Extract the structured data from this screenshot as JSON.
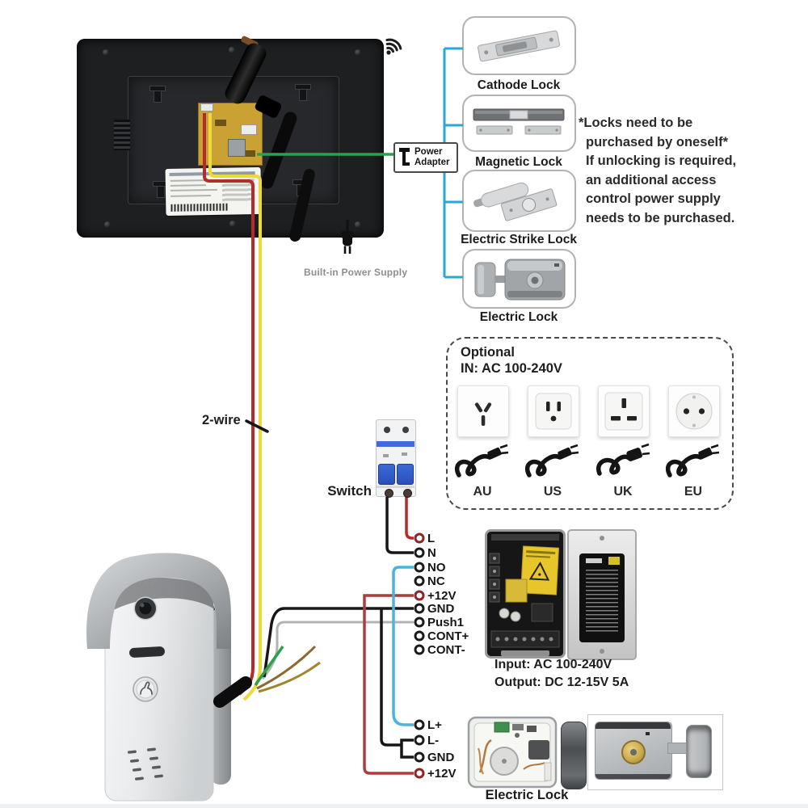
{
  "monitor": {
    "name": "Indoor video monitor (rear view)",
    "built_in_power_supply": "Built-in Power Supply"
  },
  "power_adapter": {
    "line1": "Power",
    "line2": "Adapter"
  },
  "locks": [
    {
      "label": "Cathode Lock"
    },
    {
      "label": "Magnetic Lock"
    },
    {
      "label": "Electric Strike Lock"
    },
    {
      "label": "Electric Lock"
    }
  ],
  "note": {
    "lines": [
      "*Locks need to be",
      "purchased by oneself*",
      "If unlocking is required,",
      "an additional access",
      "control power supply",
      "needs to be purchased."
    ]
  },
  "optional": {
    "title": "Optional",
    "subtitle": "IN: AC 100-240V",
    "plug_types": [
      "AU",
      "US",
      "UK",
      "EU"
    ]
  },
  "switch_label": "Switch",
  "two_wire_label": "2-wire",
  "terminals_top": [
    "L",
    "N",
    "NO",
    "NC",
    "+12V",
    "GND",
    "Push1",
    "CONT+",
    "CONT-"
  ],
  "terminals_bottom": [
    "L+",
    "L-",
    "GND",
    "+12V"
  ],
  "power_supply_box": {
    "input": "Input: AC 100-240V",
    "output": "Output: DC 12-15V 5A"
  },
  "bottom_lock_label": "Electric Lock",
  "icons": {
    "wifi": "wifi-icon",
    "power_plug": "power-plug-icon",
    "adapter_plug": "adapter-plug-icon",
    "touch_button": "touch-finger-icon"
  },
  "colors": {
    "lock_line_blue": "#2aa7d4",
    "wire_blue": "#4ab4e0",
    "wire_red": "#b32b2b",
    "wire_yellow": "#ecd93c",
    "wire_green": "#2e9e4f",
    "wire_black": "#161616",
    "wire_gray": "#b3b3b3",
    "breaker_blue": "#3a67d4"
  }
}
